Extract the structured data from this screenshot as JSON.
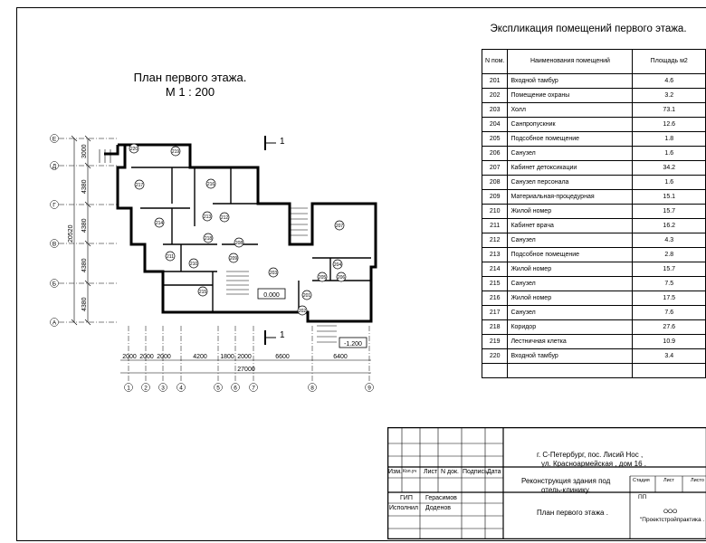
{
  "plan": {
    "title": "План первого этажа.",
    "scale": "М 1 : 200",
    "axes_rows": [
      "Е",
      "Д",
      "Г",
      "В",
      "Б",
      "А"
    ],
    "axes_cols": [
      "1",
      "2",
      "3",
      "4",
      "5",
      "6",
      "7",
      "8",
      "9"
    ],
    "row_dims": [
      "3000",
      "4380",
      "4380",
      "4380",
      "4380"
    ],
    "total_height": "20520",
    "col_dims": [
      "2000",
      "2000",
      "2000",
      "4200",
      "1800",
      "2000",
      "6600",
      "6400"
    ],
    "total_width": "27000",
    "section_mark": "1",
    "level_main": "0.000",
    "level_lower": "-1.200",
    "room_labels": [
      "220",
      "219",
      "217",
      "218",
      "216",
      "215",
      "214",
      "213",
      "212",
      "211",
      "210",
      "209",
      "208",
      "207",
      "206",
      "205",
      "204",
      "203",
      "202",
      "201"
    ]
  },
  "explication": {
    "title": "Экспликация помещений первого этажа.",
    "header": {
      "num": "N пом.",
      "name": "Наименования помещений",
      "area": "Площадь м2"
    },
    "rows": [
      {
        "num": "201",
        "name": "Входной тамбур",
        "area": "4.6"
      },
      {
        "num": "202",
        "name": "Помещение охраны",
        "area": "3.2"
      },
      {
        "num": "203",
        "name": "Холл",
        "area": "73.1"
      },
      {
        "num": "204",
        "name": "Санпропускник",
        "area": "12.6"
      },
      {
        "num": "205",
        "name": "Подсобное помещение",
        "area": "1.8"
      },
      {
        "num": "206",
        "name": "Санузел",
        "area": "1.6"
      },
      {
        "num": "207",
        "name": "Кабинет детоксикации",
        "area": "34.2"
      },
      {
        "num": "208",
        "name": "Санузел персонала",
        "area": "1.6"
      },
      {
        "num": "209",
        "name": "Материальная-процедурная",
        "area": "15.1"
      },
      {
        "num": "210",
        "name": "Жилой номер",
        "area": "15.7"
      },
      {
        "num": "211",
        "name": "Кабинет врача",
        "area": "16.2"
      },
      {
        "num": "212",
        "name": "Санузел",
        "area": "4.3"
      },
      {
        "num": "213",
        "name": "Подсобное помещение",
        "area": "2.8"
      },
      {
        "num": "214",
        "name": "Жилой номер",
        "area": "15.7"
      },
      {
        "num": "215",
        "name": "Санузел",
        "area": "7.5"
      },
      {
        "num": "216",
        "name": "Жилой номер",
        "area": "17.5"
      },
      {
        "num": "217",
        "name": "Санузел",
        "area": "7.6"
      },
      {
        "num": "218",
        "name": "Коридор",
        "area": "27.6"
      },
      {
        "num": "219",
        "name": "Лестничная клетка",
        "area": "10.9"
      },
      {
        "num": "220",
        "name": "Входной тамбур",
        "area": "3.4"
      }
    ]
  },
  "stamp": {
    "address_1": "г. С-Петербург, пос. Лисий Нос ,",
    "address_2": "ул. Красноармейская , дом 16 .",
    "project_1": "Реконструкция здания под",
    "project_2": "отель-клинику.",
    "sheet_title": "План первого этажа .",
    "org_1": "ООО",
    "org_2": "\"Проектстройпрактика .",
    "cols": [
      "Изм.",
      "Кол.уч",
      "Лист",
      "N док.",
      "Подпись",
      "Дата"
    ],
    "role_1": "ГИП",
    "name_1": "Герасимов",
    "role_2": "Исполнил",
    "name_2": "Доденов",
    "stage_label": "Стадия",
    "sheet_label": "Лист",
    "sheets_label": "Листо",
    "stage_value": "ПП"
  }
}
